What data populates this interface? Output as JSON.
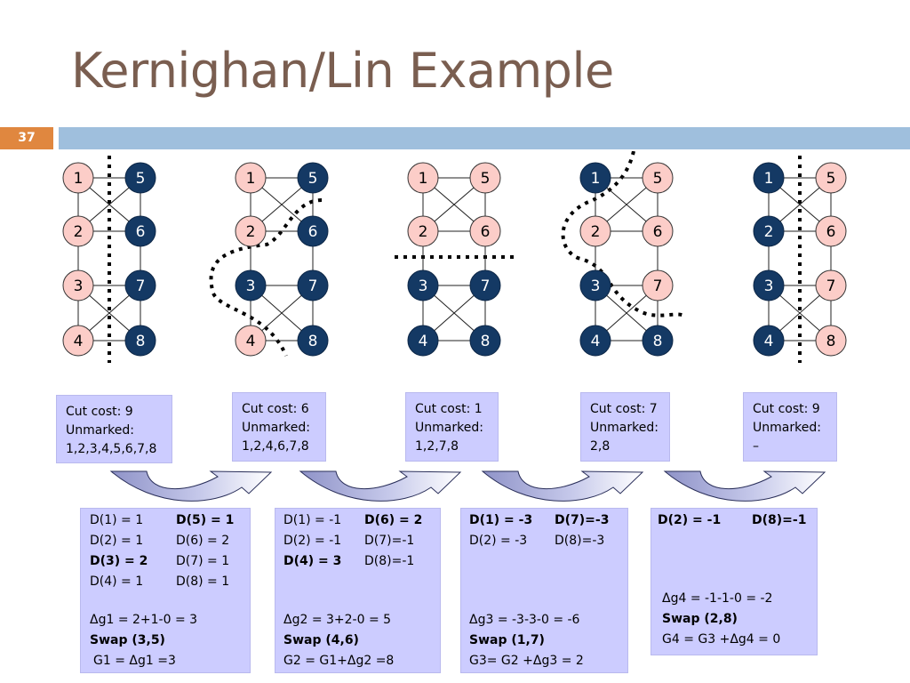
{
  "slide": {
    "title": "Kernighan/Lin Example",
    "number": "37"
  },
  "colors": {
    "marked_node": "#143964",
    "unmarked_node": "#fccdc8",
    "box": "#ccccff",
    "title": "#7a5e50",
    "bar_accent": "#e0873f",
    "bar": "#9fbfdd"
  },
  "graphs": [
    {
      "dark_nodes": [
        "5",
        "6",
        "7",
        "8"
      ]
    },
    {
      "dark_nodes": [
        "3",
        "5",
        "6",
        "7",
        "8"
      ]
    },
    {
      "dark_nodes": [
        "3",
        "4",
        "7",
        "8"
      ]
    },
    {
      "dark_nodes": [
        "1",
        "3",
        "4",
        "8"
      ]
    },
    {
      "dark_nodes": [
        "1",
        "2",
        "3",
        "4"
      ]
    }
  ],
  "cut_boxes": [
    {
      "cost": "Cut cost: 9",
      "unmarked_label": "Unmarked:",
      "unmarked": "1,2,3,4,5,6,7,8"
    },
    {
      "cost": "Cut cost: 6",
      "unmarked_label": "Unmarked:",
      "unmarked": "1,2,4,6,7,8"
    },
    {
      "cost": "Cut cost: 1",
      "unmarked_label": "Unmarked:",
      "unmarked": "1,2,7,8"
    },
    {
      "cost": "Cut cost: 7",
      "unmarked_label": "Unmarked:",
      "unmarked": "2,8"
    },
    {
      "cost": "Cut cost: 9",
      "unmarked_label": "Unmarked:",
      "unmarked": "–"
    }
  ],
  "d_boxes": [
    {
      "left": [
        "D(1) = 1",
        "D(2) = 1",
        "D(3) = 2",
        "D(4) = 1"
      ],
      "right": [
        "D(5) = 1",
        "D(6) = 2",
        "D(7) = 1",
        "D(8) = 1"
      ],
      "gain": "Δg1 = 2+1-0 = 3",
      "swap": "Swap (3,5)",
      "total": "G1 = Δg1 =3"
    },
    {
      "left": [
        "D(1) = -1",
        "D(2) = -1",
        "D(4) = 3"
      ],
      "right": [
        "D(6) = 2",
        "D(7)=-1",
        "D(8)=-1"
      ],
      "gain": "Δg2 = 3+2-0 = 5",
      "swap": "Swap (4,6)",
      "total": "G2 = G1+Δg2 =8"
    },
    {
      "left": [
        "D(1) = -3",
        "D(2) = -3"
      ],
      "right": [
        "D(7)=-3",
        "D(8)=-3"
      ],
      "gain": "Δg3 = -3-3-0 = -6",
      "swap": "Swap (1,7)",
      "total": "G3= G2 +Δg3 = 2"
    },
    {
      "left": [
        "D(2) = -1"
      ],
      "right": [
        "D(8)=-1"
      ],
      "gain": "Δg4 = -1-1-0 = -2",
      "swap": "Swap (2,8)",
      "total": "G4 = G3 +Δg4 = 0"
    }
  ]
}
